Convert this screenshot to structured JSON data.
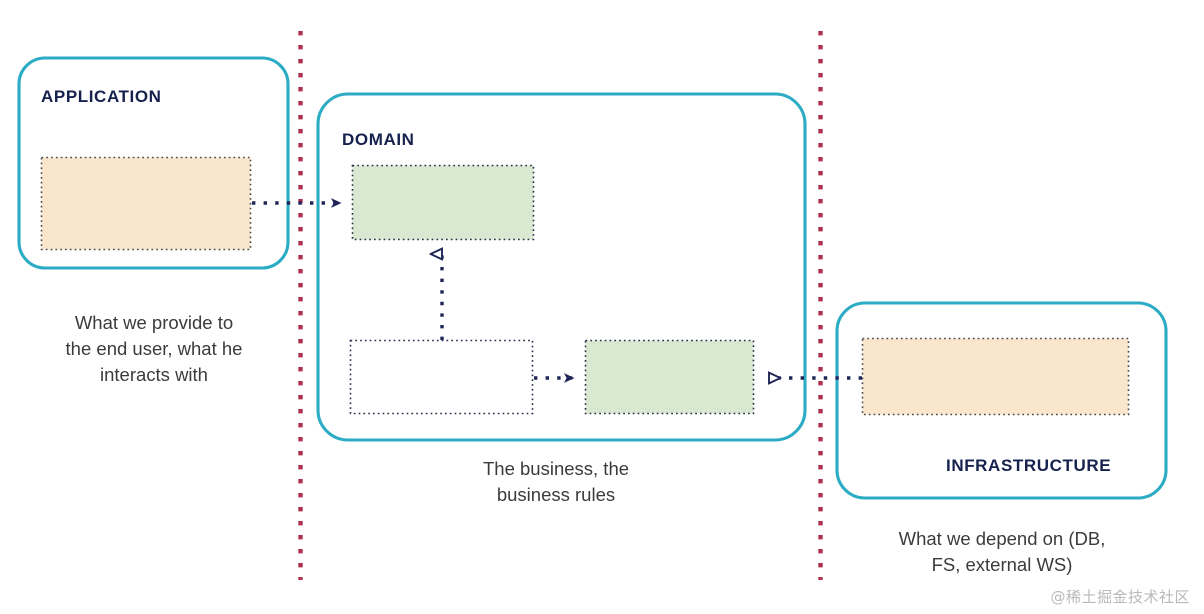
{
  "diagram": {
    "title_implicit": "Hexagonal / layered architecture zones",
    "zones": [
      {
        "id": "application",
        "label": "APPLICATION",
        "caption": "What we provide to\nthe end user, what he\ninteracts with",
        "border_color": "#2BACC4",
        "inner_boxes": [
          {
            "id": "application-component",
            "fill": "#FAE5CD",
            "border": "#4a4a4a",
            "style": "dotted"
          }
        ]
      },
      {
        "id": "domain",
        "label": "DOMAIN",
        "caption": "The business, the\nbusiness rules",
        "border_color": "#2BACC4",
        "inner_boxes": [
          {
            "id": "domain-service",
            "fill": "#D9E8D0",
            "border": "#2b2b4a",
            "style": "dotted"
          },
          {
            "id": "domain-port-interface",
            "fill": "#FFFFFF",
            "border": "#2b2b4a",
            "style": "dotted"
          },
          {
            "id": "domain-model",
            "fill": "#D9E8D0",
            "border": "#2b2b4a",
            "style": "dotted"
          }
        ]
      },
      {
        "id": "infrastructure",
        "label": "INFRASTRUCTURE",
        "caption": "What we depend on (DB,\nFS, external WS)",
        "border_color": "#2BACC4",
        "inner_boxes": [
          {
            "id": "infrastructure-adapter",
            "fill": "#FAE5CD",
            "border": "#4a4a4a",
            "style": "dotted"
          }
        ]
      }
    ],
    "dividers": [
      {
        "id": "divider-application-domain",
        "orientation": "vertical",
        "color": "#B03050",
        "style": "dotted"
      },
      {
        "id": "divider-domain-infrastructure",
        "orientation": "vertical",
        "color": "#B03050",
        "style": "dotted"
      }
    ],
    "connections": [
      {
        "id": "application-to-domain-service",
        "from": "application-component",
        "to": "domain-service",
        "direction": "right",
        "arrowhead": "filled-triangle",
        "line": "dotted",
        "color": "#1F2557"
      },
      {
        "id": "domain-port-to-domain-service",
        "from": "domain-port-interface",
        "to": "domain-service",
        "direction": "up",
        "arrowhead": "hollow-triangle",
        "line": "dotted",
        "color": "#1F2557"
      },
      {
        "id": "domain-port-to-domain-model",
        "from": "domain-port-interface",
        "to": "domain-model",
        "direction": "right",
        "arrowhead": "filled-triangle",
        "line": "dotted",
        "color": "#1F2557"
      },
      {
        "id": "infrastructure-to-domain-model",
        "from": "infrastructure-adapter",
        "to": "domain-model",
        "direction": "left",
        "arrowhead": "hollow-triangle",
        "line": "dotted",
        "color": "#1F2557"
      }
    ],
    "colors": {
      "zone_border": "#2BACC4",
      "zone_label": "#16214e",
      "divider": "#B03050",
      "arrow": "#1F2557",
      "fill_peach": "#FAE5CD",
      "fill_green": "#D9E8D0",
      "fill_white": "#FFFFFF",
      "caption_text": "#3b3b3b",
      "background": "#FFFFFF",
      "watermark": "#b9b9b9"
    }
  },
  "watermark": {
    "text": "@稀土掘金技术社区"
  }
}
